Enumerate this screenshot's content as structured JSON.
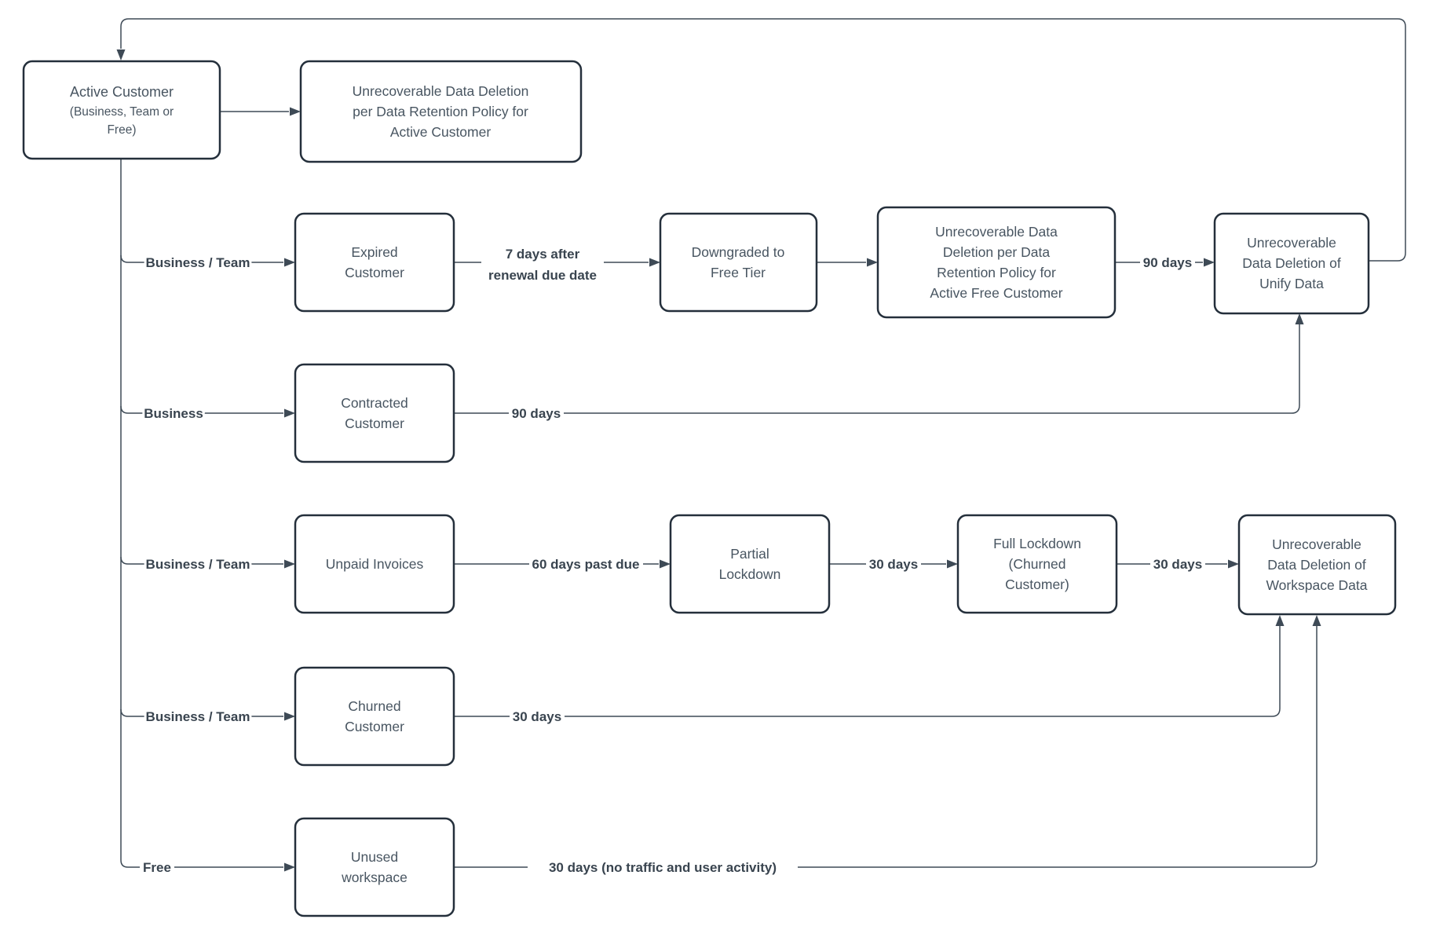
{
  "diagram_title": "Customer data retention lifecycle flowchart",
  "colors": {
    "background": "#ffffff",
    "box_stroke": "#242f3b",
    "box_fill": "#ffffff",
    "node_text": "#485561",
    "edge_stroke": "#3e4a56",
    "edge_label": "#39444f"
  },
  "nodes": {
    "active_customer": {
      "lines": [
        "Active Customer",
        "(Business, Team or",
        "Free)"
      ]
    },
    "deletion_active_customer": {
      "lines": [
        "Unrecoverable Data Deletion",
        "per Data Retention Policy for",
        "Active Customer"
      ]
    },
    "expired_customer": {
      "lines": [
        "Expired",
        "Customer"
      ]
    },
    "downgraded_free_tier": {
      "lines": [
        "Downgraded to",
        "Free Tier"
      ]
    },
    "deletion_active_free_customer": {
      "lines": [
        "Unrecoverable Data",
        "Deletion per Data",
        "Retention Policy for",
        "Active Free Customer"
      ]
    },
    "deletion_unify_data": {
      "lines": [
        "Unrecoverable",
        "Data Deletion of",
        "Unify Data"
      ]
    },
    "contracted_customer": {
      "lines": [
        "Contracted",
        "Customer"
      ]
    },
    "unpaid_invoices": {
      "lines": [
        "Unpaid Invoices"
      ]
    },
    "partial_lockdown": {
      "lines": [
        "Partial",
        "Lockdown"
      ]
    },
    "full_lockdown": {
      "lines": [
        "Full Lockdown",
        "(Churned",
        "Customer)"
      ]
    },
    "deletion_workspace_data": {
      "lines": [
        "Unrecoverable",
        "Data Deletion of",
        "Workspace Data"
      ]
    },
    "churned_customer": {
      "lines": [
        "Churned",
        "Customer"
      ]
    },
    "unused_workspace": {
      "lines": [
        "Unused",
        "workspace"
      ]
    }
  },
  "edge_labels": {
    "expired_branch": "Business / Team",
    "expired_to_downgraded": [
      "7 days after",
      "renewal due date"
    ],
    "free_deletion_to_unify": "90 days",
    "contracted_branch": "Business",
    "contracted_to_unify": "90 days",
    "unpaid_branch": "Business / Team",
    "unpaid_to_partial": "60 days past due",
    "partial_to_full": "30 days",
    "full_to_workspace": "30 days",
    "churned_branch": "Business / Team",
    "churned_to_workspace": "30 days",
    "unused_branch": "Free",
    "unused_to_workspace": "30 days (no traffic and user activity)"
  }
}
